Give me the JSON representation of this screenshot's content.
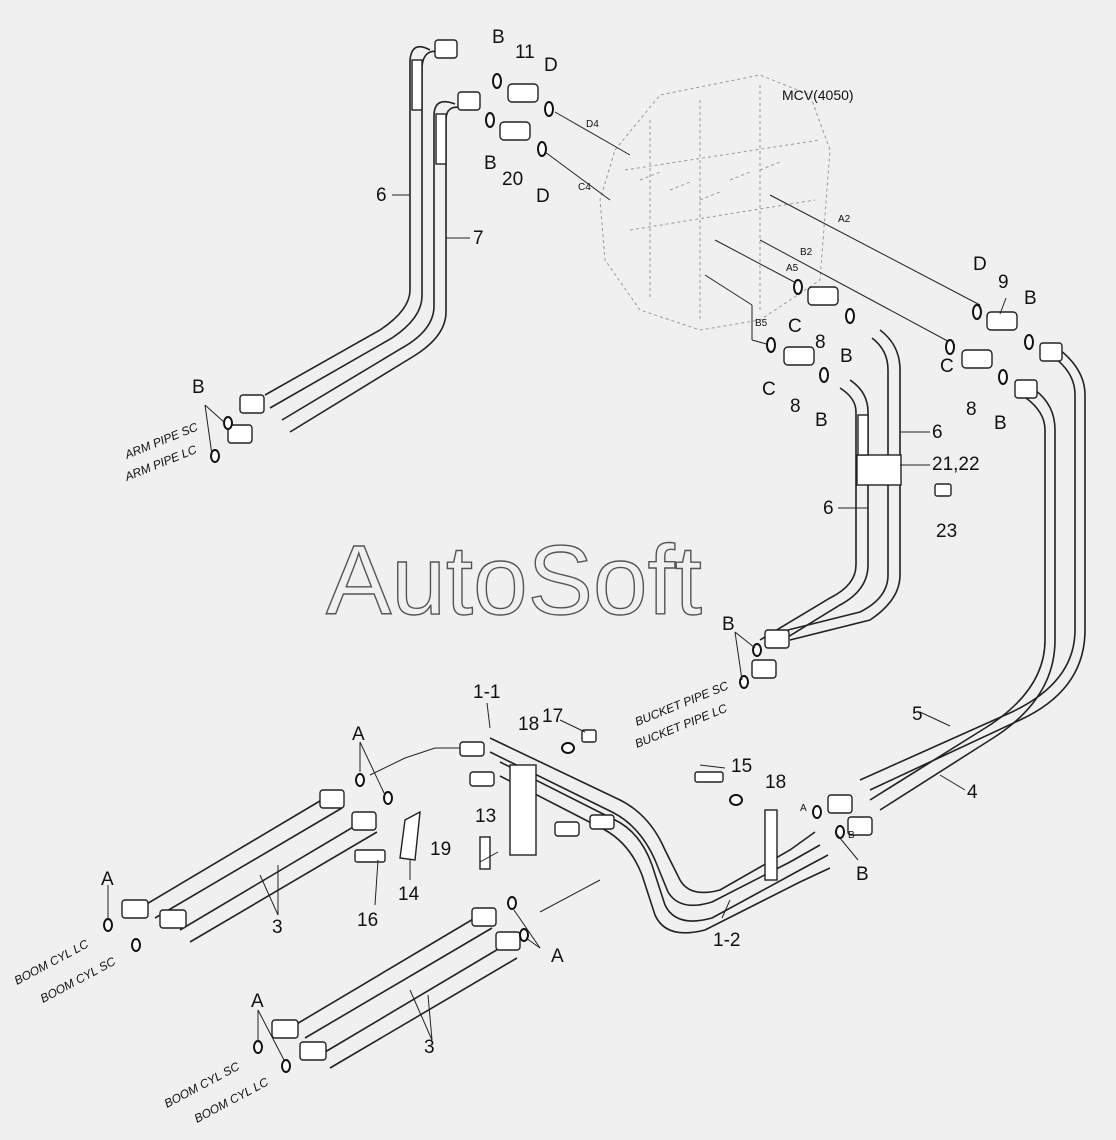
{
  "watermark": "AutoSoft",
  "mcv": {
    "label": "MCV(4050)",
    "ports": [
      "D4",
      "C4",
      "A2",
      "B2",
      "A5",
      "B5"
    ]
  },
  "callouts": {
    "n11": "11",
    "n20": "20",
    "n9": "9",
    "n8a": "8",
    "n8b": "8",
    "n8c": "8",
    "n6a": "6",
    "n6b": "6",
    "n6c": "6",
    "n7": "7",
    "n2122": "21,22",
    "n23": "23",
    "n5": "5",
    "n4": "4",
    "n11_1": "1-1",
    "n1_2": "1-2",
    "n17": "17",
    "n18a": "18",
    "n18b": "18",
    "n15": "15",
    "n13": "13",
    "n19": "19",
    "n14": "14",
    "n16": "16",
    "n3a": "3",
    "n3b": "3"
  },
  "letters": {
    "B_top": "B",
    "D_top": "D",
    "B_20": "B",
    "D_20": "D",
    "C_a5": "C",
    "B_a5": "B",
    "C_b5": "C",
    "B_b5": "B",
    "D_9": "D",
    "B_9": "B",
    "C_b2": "C",
    "B_b2": "B",
    "B_arm": "B",
    "B_bucket": "B",
    "A_left": "A",
    "A_boomlc": "A",
    "A_small": "A",
    "B_small": "B",
    "B_right": "B",
    "A_mid": "A",
    "A_bottom": "A"
  },
  "pipe_labels": {
    "arm_sc": "ARM PIPE SC",
    "arm_lc": "ARM PIPE LC",
    "bucket_sc": "BUCKET PIPE SC",
    "bucket_lc": "BUCKET PIPE LC",
    "boom_lc_1": "BOOM CYL LC",
    "boom_sc_1": "BOOM CYL SC",
    "boom_sc_2": "BOOM CYL SC",
    "boom_lc_2": "BOOM CYL LC"
  }
}
